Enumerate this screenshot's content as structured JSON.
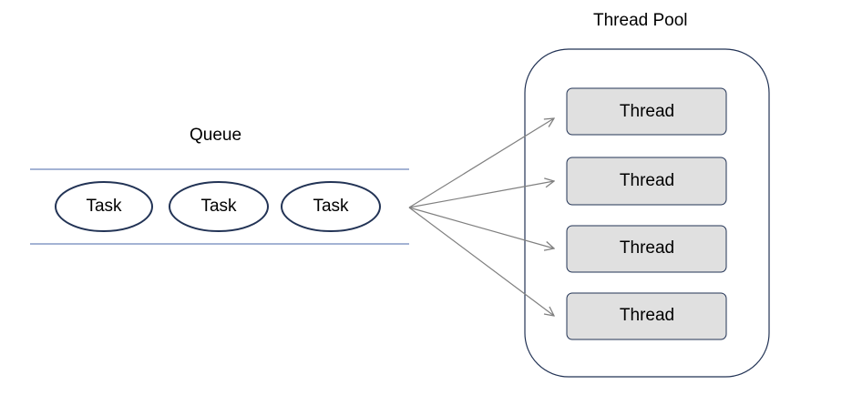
{
  "pool": {
    "title": "Thread Pool",
    "threads": [
      "Thread",
      "Thread",
      "Thread",
      "Thread"
    ]
  },
  "queue": {
    "title": "Queue",
    "tasks": [
      "Task",
      "Task",
      "Task"
    ]
  },
  "colors": {
    "outline": "#223355",
    "queue_line": "#4a67a8",
    "thread_fill": "#e0e0e0",
    "arrow": "#808080"
  }
}
